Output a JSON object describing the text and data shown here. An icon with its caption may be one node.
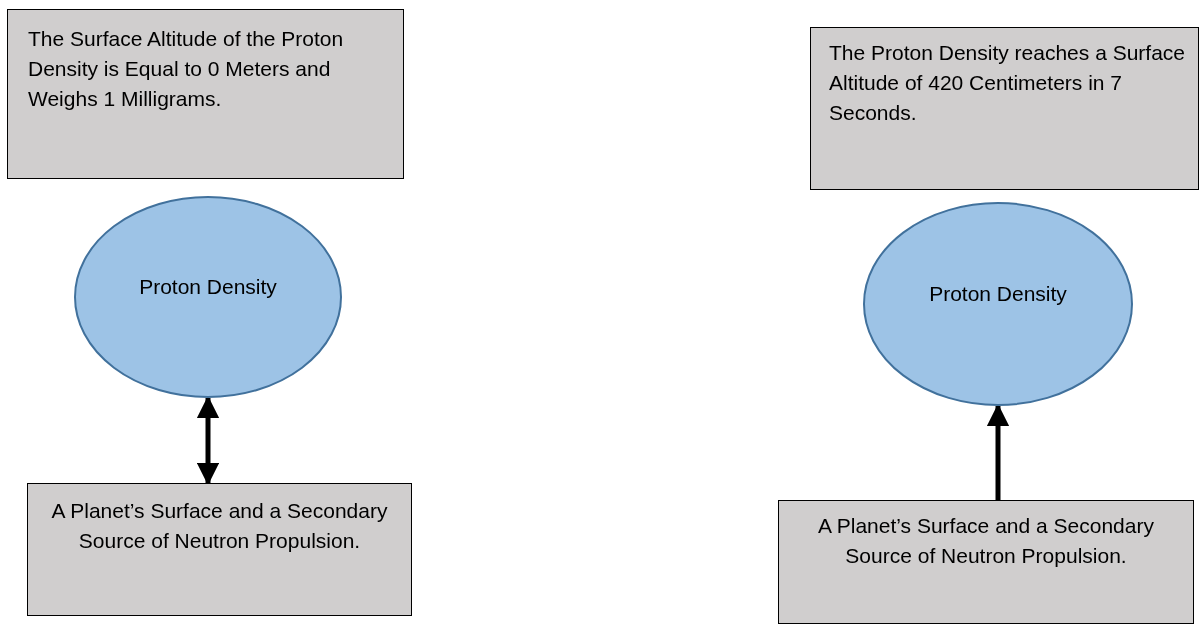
{
  "diagram": {
    "nodes": [
      {
        "text": [
          "The Surface Altitude of the Proton Density is Equal to 0 Meters and Weighs 1 Milligrams."
        ]
      },
      {
        "text": [
          "Proton Density"
        ]
      },
      {
        "text": [
          "A Planet’s Surface and a Secondary Source of Neutron Propulsion."
        ]
      },
      {
        "text": [
          "The Proton Density reaches a Surface Altitude of 420 Centimeters in 7 Seconds."
        ]
      },
      {
        "text": [
          "Proton Density"
        ]
      },
      {
        "text": [
          "A Planet’s Surface and a Secondary Source of Neutron Propulsion."
        ]
      }
    ],
    "edges": [
      {
        "from": 2,
        "to": 1,
        "arrow": "both"
      },
      {
        "from": 5,
        "to": 4,
        "arrow": "to"
      }
    ]
  }
}
